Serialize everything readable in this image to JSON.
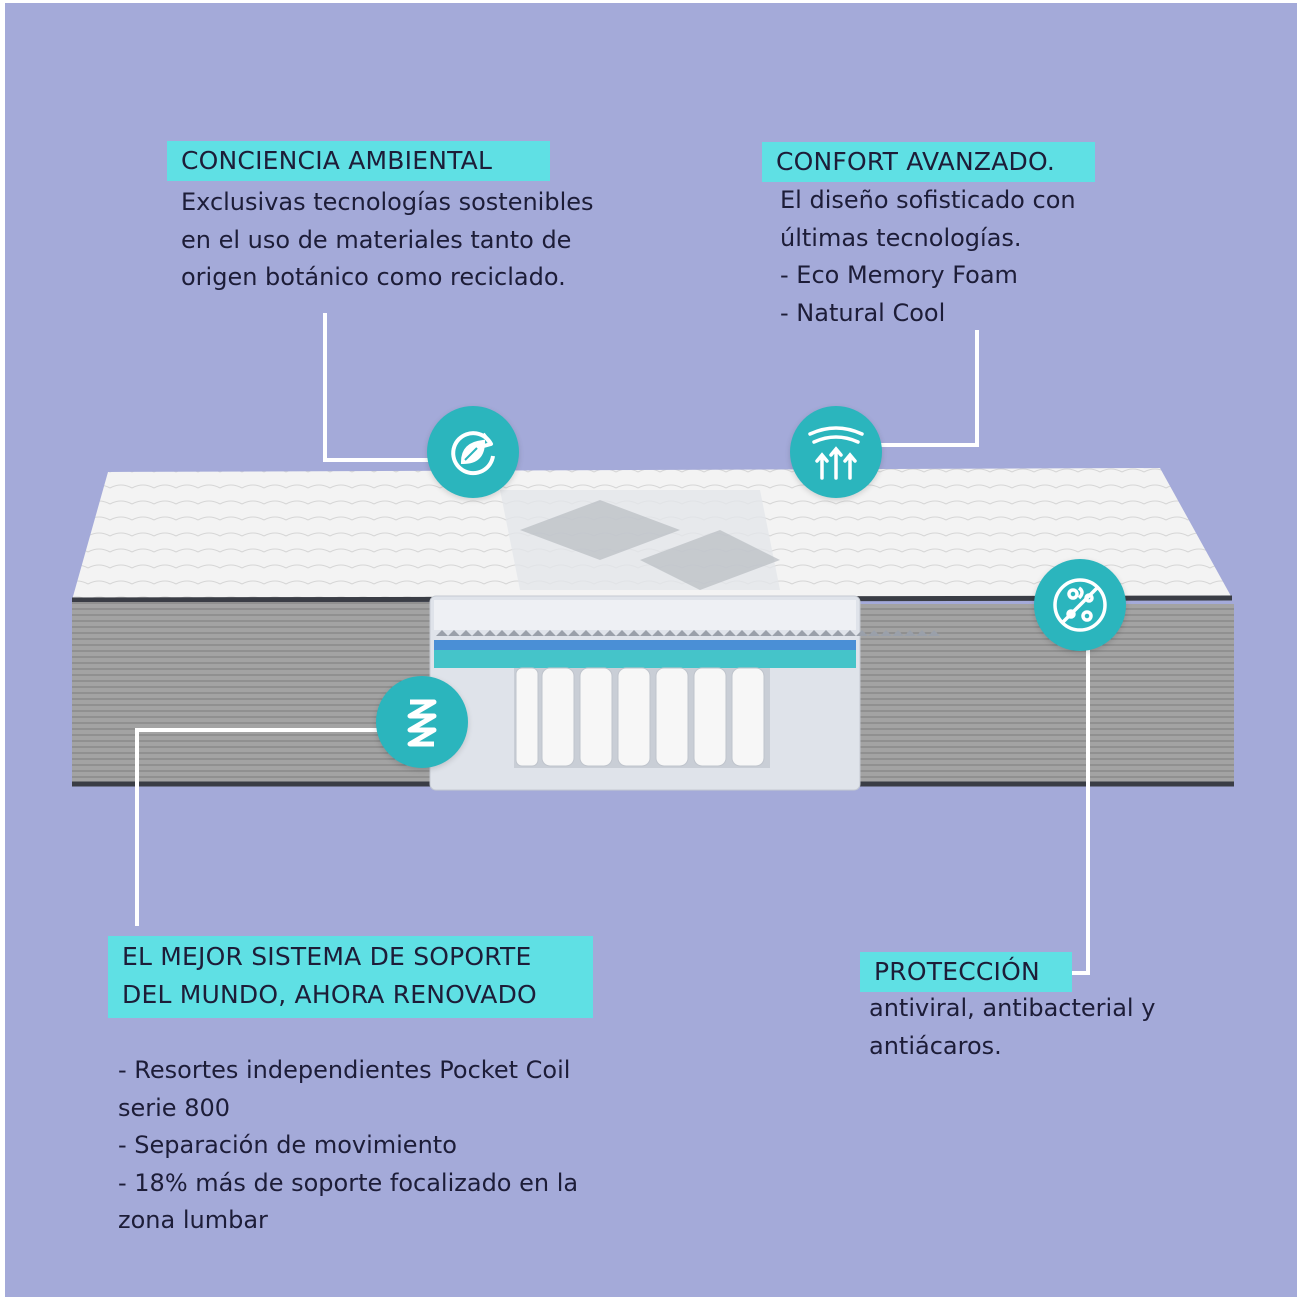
{
  "features": {
    "environment": {
      "title": "CONCIENCIA AMBIENTAL",
      "lines": [
        "Exclusivas tecnologías sostenibles",
        "en el uso de materiales tanto de",
        "origen botánico como reciclado."
      ],
      "icon": "recycle-leaf-icon"
    },
    "comfort": {
      "title": "CONFORT AVANZADO.",
      "lines": [
        "El diseño sofisticado con",
        "últimas tecnologías.",
        "- Eco Memory Foam",
        "- Natural Cool"
      ],
      "icon": "airflow-arrows-icon"
    },
    "support": {
      "title_lines": [
        "EL MEJOR SISTEMA DE SOPORTE",
        "DEL MUNDO, AHORA RENOVADO"
      ],
      "lines": [
        "- Resortes independientes Pocket Coil",
        "serie 800",
        "- Separación de movimiento",
        "- 18% más de soporte focalizado en la",
        "zona lumbar"
      ],
      "icon": "spring-icon"
    },
    "protection": {
      "title": "PROTECCIÓN",
      "lines": [
        "antiviral, antibacterial y",
        "antiácaros."
      ],
      "icon": "no-bacteria-icon"
    }
  },
  "colors": {
    "background": "#a4aad9",
    "highlight": "#5fe0e4",
    "icon_circle": "#2bb5bd",
    "text": "#1d1d38"
  }
}
